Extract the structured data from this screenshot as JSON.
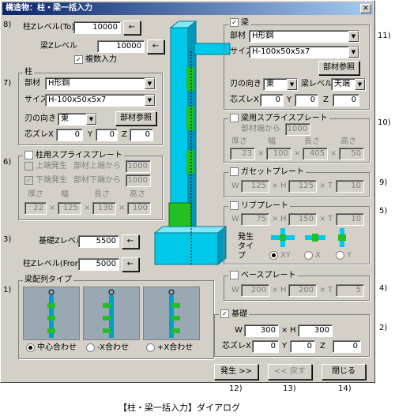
{
  "window": {
    "title": "構造物：柱・梁一括入力",
    "close_label": "✕"
  },
  "annotations": {
    "n1": "1)",
    "n2": "2)",
    "n3": "3)",
    "n4": "4)",
    "n5": "5)",
    "n6": "6)",
    "n7": "7)",
    "n8": "8)",
    "n9": "9)",
    "n10": "10)",
    "n11": "11)",
    "n12": "12)",
    "n13": "13)",
    "n14": "14)"
  },
  "top": {
    "col_top_label": "柱Zレベル(To)",
    "col_top_value": "10000",
    "arrow": "←",
    "beam_z_label": "梁Zレベル",
    "beam_z_value": "10000",
    "multi_label": "複数入力"
  },
  "column": {
    "group": "柱",
    "member_label": "部材",
    "member_value": "H形鋼",
    "size_label": "サイズ",
    "size_value": "H-100x50x5x7",
    "dir_label": "刃の向き",
    "dir_value": "東",
    "ref_button": "部材参照",
    "offset_label": "芯ズレX",
    "x": "0",
    "y_label": "Y",
    "y": "0",
    "z_label": "Z",
    "z": "0"
  },
  "col_splice": {
    "group": "柱用スプライスプレート",
    "upper_label": "上端発生",
    "upper_from": "部材上端から",
    "upper_value": "1000",
    "lower_label": "下端発生",
    "lower_from": "部材下端から",
    "lower_value": "1000",
    "h_thick": "厚さ",
    "h_width": "幅",
    "h_len": "長さ",
    "h_height": "高さ",
    "thick": "22",
    "width": "125",
    "len": "130",
    "height": "100",
    "x": "×"
  },
  "base": {
    "found_z_label": "基礎Zレベル",
    "found_z_value": "5500",
    "col_from_label": "柱Zレベル(From)",
    "col_from_value": "5000"
  },
  "beam_layout": {
    "group": "梁配列タイプ",
    "opt1": "中心合わせ",
    "opt2": "-X合わせ",
    "opt3": "+X合わせ"
  },
  "beam": {
    "group": "梁",
    "member_label": "部材",
    "member_value": "H形鋼",
    "size_label": "サイズ",
    "size_value": "H-100x50x5x7",
    "ref_button": "部材参照",
    "dir_label": "刃の向き",
    "dir_value": "東",
    "level_label": "梁レベル",
    "level_value": "天端",
    "offset_label": "芯ズレX",
    "x": "0",
    "y_label": "Y",
    "y": "0",
    "z_label": "Z",
    "z": "0"
  },
  "beam_splice": {
    "group": "梁用スプライスプレート",
    "from_label": "部材端から",
    "from_value": "1000",
    "h_thick": "厚さ",
    "h_width": "幅",
    "h_len": "長さ",
    "h_height": "高さ",
    "thick": "23",
    "width": "100",
    "len": "405",
    "height": "50"
  },
  "gusset": {
    "group": "ガセットプレート",
    "w_label": "W",
    "w": "125",
    "h_label": "H",
    "h": "125",
    "t_label": "T",
    "t": "10"
  },
  "rib": {
    "group": "リブプレート",
    "w_label": "W",
    "w": "75",
    "h_label": "H",
    "h": "150",
    "t_label": "T",
    "t": "10",
    "type_label": "発生タイプ",
    "opt1": "XY",
    "opt2": "X",
    "opt3": "Y"
  },
  "baseplate": {
    "group": "ベースプレート",
    "w_label": "W",
    "w": "200",
    "h_label": "H",
    "h": "200",
    "t_label": "T",
    "t": "5"
  },
  "foundation": {
    "group": "基礎",
    "w_label": "W",
    "w": "300",
    "h_label": "H",
    "h": "300",
    "offset_label": "芯ズレX",
    "x": "0",
    "y_label": "Y",
    "y": "0",
    "z_label": "Z",
    "z": "0"
  },
  "buttons": {
    "generate": "発生 >>",
    "back": "<< 戻す",
    "close": "閉じる"
  },
  "caption": "【柱・梁一括入力】ダイアログ"
}
